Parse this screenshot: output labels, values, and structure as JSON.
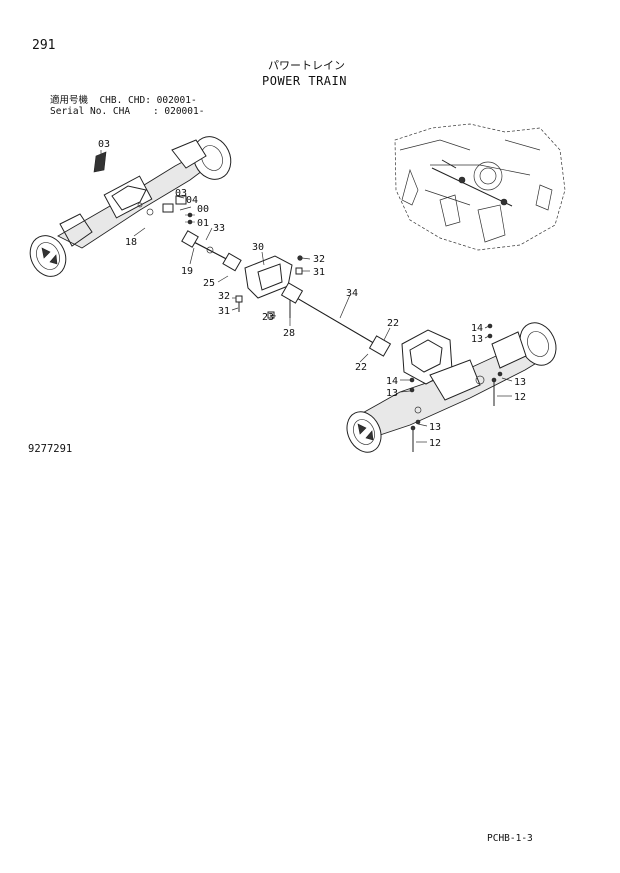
{
  "header": {
    "page_number": "291",
    "title_jp": "パワートレイン",
    "title_en": "POWER TRAIN",
    "serial_line1": "適用号機  CHB. CHD: 002001-",
    "serial_line2": "Serial No. CHA    : 020001-"
  },
  "figure_number": "9277291",
  "page_code": "PCHB-1-3",
  "callouts": {
    "c03a": "03",
    "c03b": "03",
    "c04": "04",
    "c00": "00",
    "c01": "01",
    "c33": "33",
    "c18": "18",
    "c19": "19",
    "c30": "30",
    "c32a": "32",
    "c31a": "31",
    "c25": "25",
    "c32b": "32",
    "c31b": "31",
    "c23": "23",
    "c28": "28",
    "c34": "34",
    "c22a": "22",
    "c22b": "22",
    "c14a": "14",
    "c13a": "13",
    "c14b": "14",
    "c13b": "13",
    "c13c": "13",
    "c12a": "12",
    "c13d": "13",
    "c12b": "12"
  }
}
